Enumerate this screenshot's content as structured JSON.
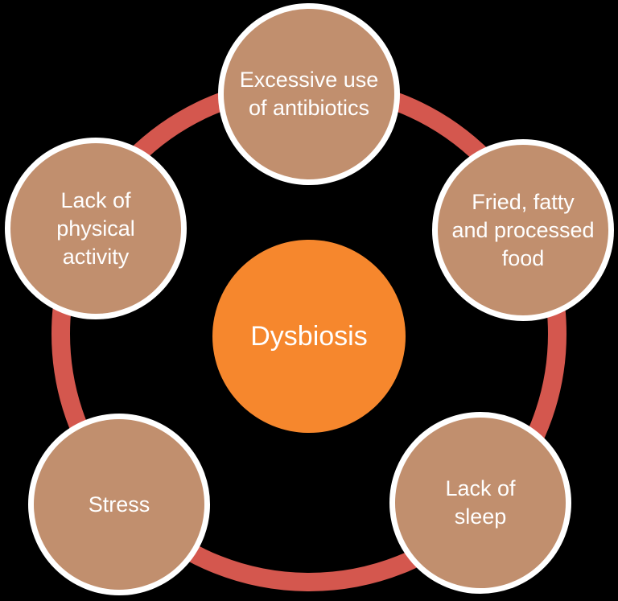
{
  "diagram": {
    "background_color": "#000000",
    "ring_color": "#d4574e",
    "node_fill_color": "#c18f6e",
    "node_border_color": "#ffffff",
    "text_color": "#ffffff",
    "center_node": {
      "label": "Dysbiosis",
      "fill_color": "#f6872d"
    },
    "nodes": [
      {
        "id": "excessive-use-of-antibiotics",
        "label": "Excessive use\nof antibiotics",
        "position": "top"
      },
      {
        "id": "fried-fatty-and-processed-food",
        "label": "Fried, fatty\nand processed\nfood",
        "position": "upper-right"
      },
      {
        "id": "lack-of-sleep",
        "label": "Lack of\nsleep",
        "position": "lower-right"
      },
      {
        "id": "stress",
        "label": "Stress",
        "position": "lower-left"
      },
      {
        "id": "lack-of-physical-activity",
        "label": "Lack of\nphysical\nactivity",
        "position": "upper-left"
      }
    ]
  }
}
